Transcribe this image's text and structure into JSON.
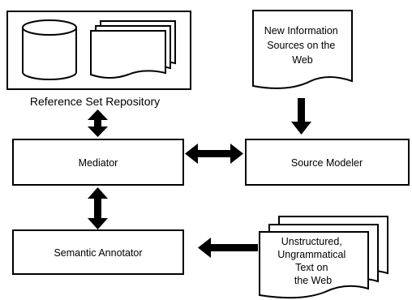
{
  "diagram": {
    "repository": {
      "label": "Reference Set Repository"
    },
    "new_sources": {
      "lines": [
        "New Information",
        "Sources on the",
        "Web"
      ]
    },
    "mediator": {
      "label": "Mediator"
    },
    "source_modeler": {
      "label": "Source Modeler"
    },
    "semantic_annotator": {
      "label": "Semantic Annotator"
    },
    "unstructured_text": {
      "lines": [
        "Unstructured,",
        "Ungrammatical",
        "Text on",
        "the Web"
      ]
    }
  }
}
